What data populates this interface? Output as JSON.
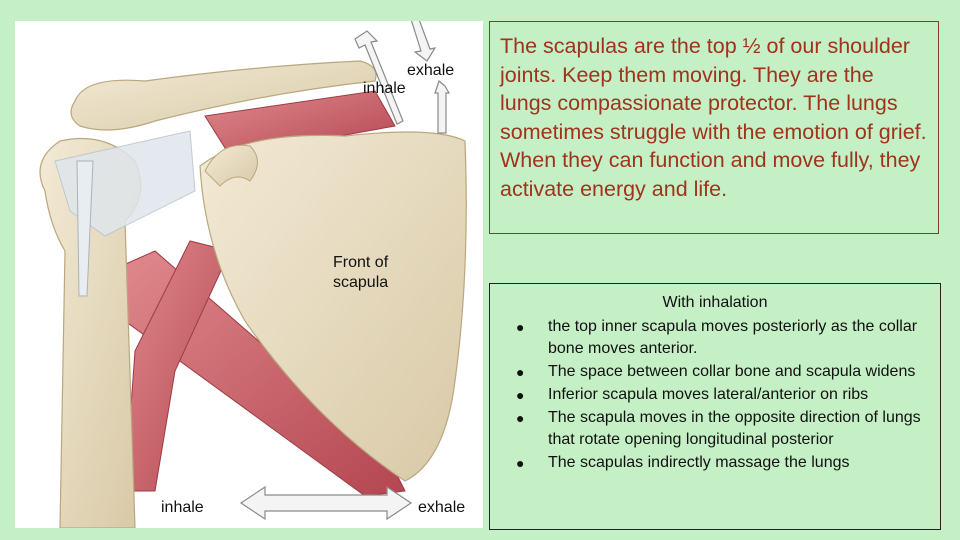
{
  "figure": {
    "label_exhale_top": "exhale",
    "label_inhale_top": "inhale",
    "label_front": "Front of scapula",
    "label_inhale_bottom": "inhale",
    "label_exhale_bottom": "exhale"
  },
  "top_box": {
    "text": "The scapulas are the top ½ of our shoulder joints.  Keep them moving. They are the lungs compassionate protector. The lungs sometimes struggle with the emotion of grief. When they can function and move fully, they activate energy and life."
  },
  "bottom_box": {
    "title": "With inhalation",
    "bullet_char": "●",
    "items": [
      "the top inner scapula moves posteriorly as the collar bone moves anterior.",
      "The space between collar bone and scapula widens",
      " Inferior scapula moves lateral/anterior on ribs",
      "The scapula moves in the opposite direction of  lungs that rotate opening longitudinal posterior",
      "The scapulas indirectly massage the lungs"
    ]
  },
  "colors": {
    "background": "#c5efc5",
    "top_text": "#a0331c",
    "top_border": "#8b3a2a",
    "bone": "#e8dcc0",
    "muscle": "#c9606a"
  }
}
